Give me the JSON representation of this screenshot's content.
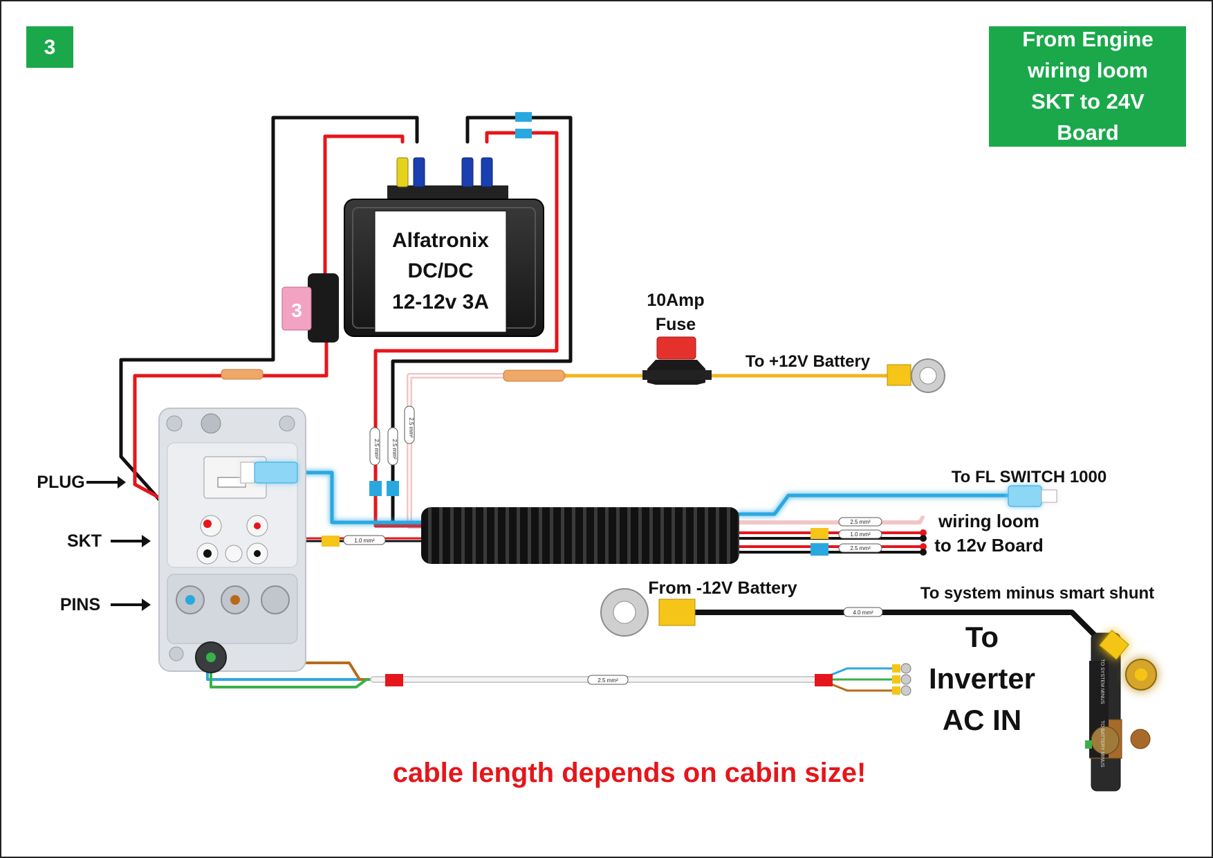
{
  "page_number": "3",
  "title_box": {
    "line1": "From Engine",
    "line2": "wiring loom",
    "line3": "SKT to 24V",
    "line4": "Board",
    "color": "#1aa84b"
  },
  "dcdc": {
    "line1": "Alfatronix",
    "line2": "DC/DC",
    "line3": "12-12v 3A"
  },
  "mini_fuse_value": "3",
  "fuse10": {
    "line1": "10Amp",
    "line2": "Fuse"
  },
  "labels": {
    "to_plus12": "To +12V Battery",
    "to_fl_switch": "To FL SWITCH 1000",
    "loom_line1": "wiring loom",
    "loom_line2": "to 12v Board",
    "from_minus12": "From -12V Battery",
    "to_shunt": "To system minus smart shunt",
    "inverter_line1": "To",
    "inverter_line2": "Inverter",
    "inverter_line3": "AC IN",
    "plug": "PLUG",
    "skt": "SKT",
    "pins": "PINS",
    "footer": "cable length depends on cabin size!"
  },
  "wire_tags": {
    "v1": "2.5 mm²",
    "v2": "2.5 mm²",
    "v3": "2.5 mm²",
    "loom_a": "2.5 mm²",
    "loom_b": "1.0 mm²",
    "loom_c": "2.5 mm²",
    "skt_tag": "1.0 mm²",
    "neg_tag": "4.0 mm²",
    "ac_tag": "2.5 mm²"
  },
  "shunt_labels": {
    "top": "TO SYSTEM MINUS",
    "bottom": "TO BATTERY MINUS"
  },
  "colors": {
    "red": "#e5161b",
    "black": "#111111",
    "blue": "#29a8e0",
    "brown": "#b86a1a",
    "green": "#3ab04a",
    "yellow_wire": "#f3b41b",
    "pink": "#f2c6c6",
    "footer_text": "#e5161b"
  }
}
